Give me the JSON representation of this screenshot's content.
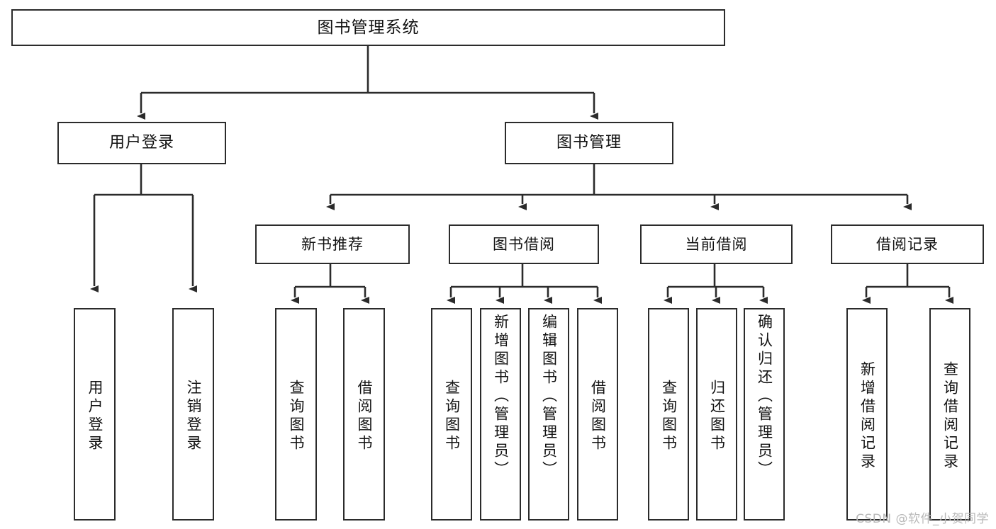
{
  "diagram": {
    "title": "图书管理系统",
    "type": "tree",
    "watermark": "CSDN @软件_小贺同学",
    "stroke_color": "#2b2b2b",
    "fill_color": "#ffffff",
    "text_color": "#121212",
    "root": {
      "id": "root",
      "label": "图书管理系统"
    },
    "level2": [
      {
        "id": "user-login",
        "label": "用户登录"
      },
      {
        "id": "book-manage",
        "label": "图书管理"
      }
    ],
    "level3": [
      {
        "id": "new-book-rec",
        "label": "新书推荐",
        "parent": "book-manage"
      },
      {
        "id": "book-borrow",
        "label": "图书借阅",
        "parent": "book-manage"
      },
      {
        "id": "current-borrow",
        "label": "当前借阅",
        "parent": "book-manage"
      },
      {
        "id": "borrow-record",
        "label": "借阅记录",
        "parent": "book-manage"
      }
    ],
    "leaves": [
      {
        "id": "leaf-user-login",
        "label": "用户登录",
        "parent": "user-login"
      },
      {
        "id": "leaf-user-logout",
        "label": "注销登录",
        "parent": "user-login"
      },
      {
        "id": "leaf-query-book-1",
        "label": "查询图书",
        "parent": "new-book-rec"
      },
      {
        "id": "leaf-borrow-book-1",
        "label": "借阅图书",
        "parent": "new-book-rec"
      },
      {
        "id": "leaf-query-book-2",
        "label": "查询图书",
        "parent": "book-borrow"
      },
      {
        "id": "leaf-add-book",
        "label": "新增图书（管理员）",
        "parent": "book-borrow"
      },
      {
        "id": "leaf-edit-book",
        "label": "编辑图书（管理员）",
        "parent": "book-borrow"
      },
      {
        "id": "leaf-borrow-book-2",
        "label": "借阅图书",
        "parent": "book-borrow"
      },
      {
        "id": "leaf-query-book-3",
        "label": "查询图书",
        "parent": "current-borrow"
      },
      {
        "id": "leaf-return-book",
        "label": "归还图书",
        "parent": "current-borrow"
      },
      {
        "id": "leaf-confirm-return",
        "label": "确认归还（管理员）",
        "parent": "current-borrow"
      },
      {
        "id": "leaf-add-record",
        "label": "新增借阅记录",
        "parent": "borrow-record"
      },
      {
        "id": "leaf-query-record",
        "label": "查询借阅记录",
        "parent": "borrow-record"
      }
    ]
  }
}
